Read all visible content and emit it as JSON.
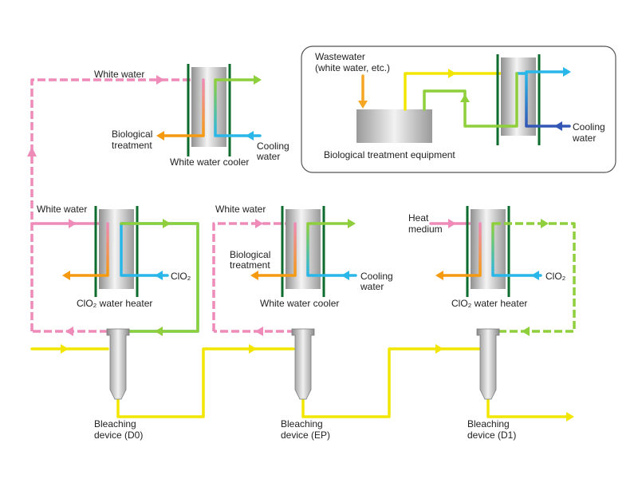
{
  "colors": {
    "white_water": "#ee8bb8",
    "chlorine_dioxide": "#8ecf3b",
    "cooling": "#29b6e8",
    "hot": "#f59a0f",
    "pulp": "#f2e600",
    "wastewater": "#f5a623",
    "plate": "#0d6b2e",
    "frame": "#555555"
  },
  "top_cooler": {
    "in_label": "White water",
    "out_label": [
      "Biological",
      "treatment"
    ],
    "coolant_label": [
      "Cooling",
      "water"
    ],
    "name": "White water cooler"
  },
  "inset": {
    "source_label": [
      "Wastewater",
      "(white water, etc.)"
    ],
    "equipment_label": "Biological treatment equipment",
    "coolant_label": [
      "Cooling",
      "water"
    ]
  },
  "heater_d0": {
    "in_label": "White water",
    "reagent_label": "ClO₂",
    "name": "ClO₂ water heater"
  },
  "cooler_ep": {
    "in_label": "White water",
    "out_label": [
      "Biological",
      "treatment"
    ],
    "coolant_label": [
      "Cooling",
      "water"
    ],
    "name": "White water cooler"
  },
  "heater_d1": {
    "in_label": [
      "Heat",
      "medium"
    ],
    "reagent_label": "ClO₂",
    "name": "ClO₂ water heater"
  },
  "bleaching_devices": [
    {
      "label": [
        "Bleaching",
        "device (D0)"
      ]
    },
    {
      "label": [
        "Bleaching",
        "device (EP)"
      ]
    },
    {
      "label": [
        "Bleaching",
        "device (D1)"
      ]
    }
  ]
}
